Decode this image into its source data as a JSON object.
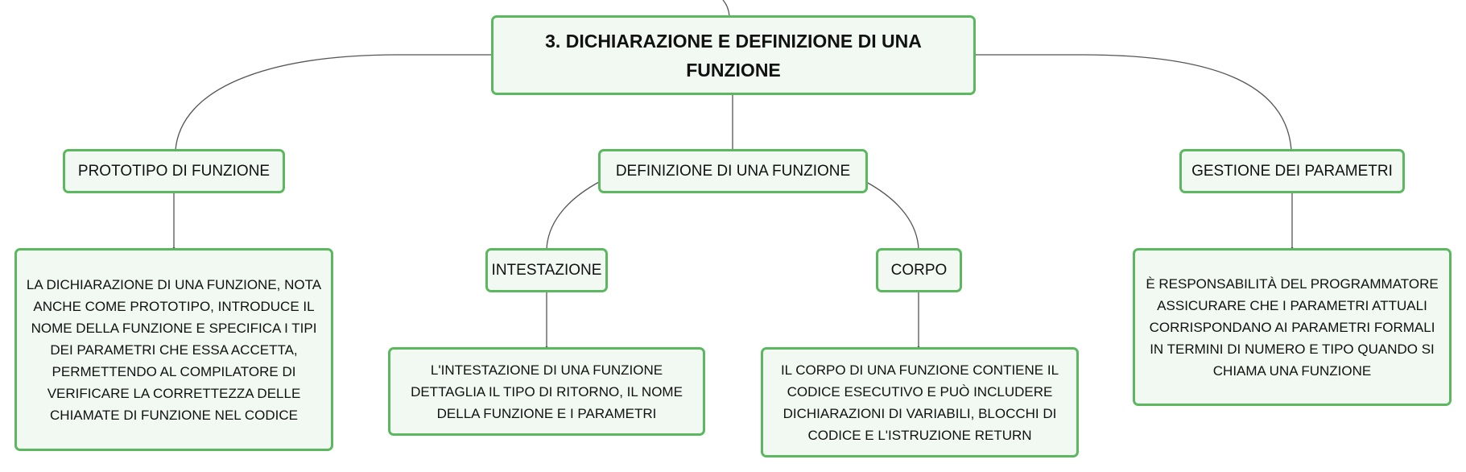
{
  "diagram": {
    "root": {
      "label": "3. DICHIARAZIONE E DEFINIZIONE DI UNA FUNZIONE"
    },
    "branches": [
      {
        "label": "PROTOTIPO DI FUNZIONE",
        "detail": "LA DICHIARAZIONE DI UNA FUNZIONE, NOTA ANCHE COME PROTOTIPO, INTRODUCE IL NOME DELLA FUNZIONE E SPECIFICA I TIPI DEI PARAMETRI CHE ESSA ACCETTA, PERMETTENDO AL COMPILATORE DI VERIFICARE LA CORRETTEZZA DELLE CHIAMATE DI FUNZIONE NEL CODICE"
      },
      {
        "label": "DEFINIZIONE DI UNA FUNZIONE",
        "children": [
          {
            "label": "INTESTAZIONE",
            "detail": "L'INTESTAZIONE DI UNA FUNZIONE DETTAGLIA IL TIPO DI RITORNO, IL NOME DELLA FUNZIONE E I PARAMETRI"
          },
          {
            "label": "CORPO",
            "detail": "IL CORPO DI UNA FUNZIONE CONTIENE IL CODICE ESECUTIVO E PUÒ INCLUDERE DICHIARAZIONI DI VARIABILI, BLOCCHI DI CODICE E L'ISTRUZIONE RETURN"
          }
        ]
      },
      {
        "label": "GESTIONE DEI PARAMETRI",
        "detail": "È RESPONSABILITÀ DEL PROGRAMMATORE ASSICURARE CHE I PARAMETRI ATTUALI CORRISPONDANO AI PARAMETRI FORMALI IN TERMINI DI NUMERO E TIPO QUANDO SI CHIAMA UNA FUNZIONE"
      }
    ],
    "colors": {
      "node_border": "#5cb85f",
      "node_fill": "#f1f9f2",
      "connector": "#555555",
      "text": "#111111"
    }
  }
}
